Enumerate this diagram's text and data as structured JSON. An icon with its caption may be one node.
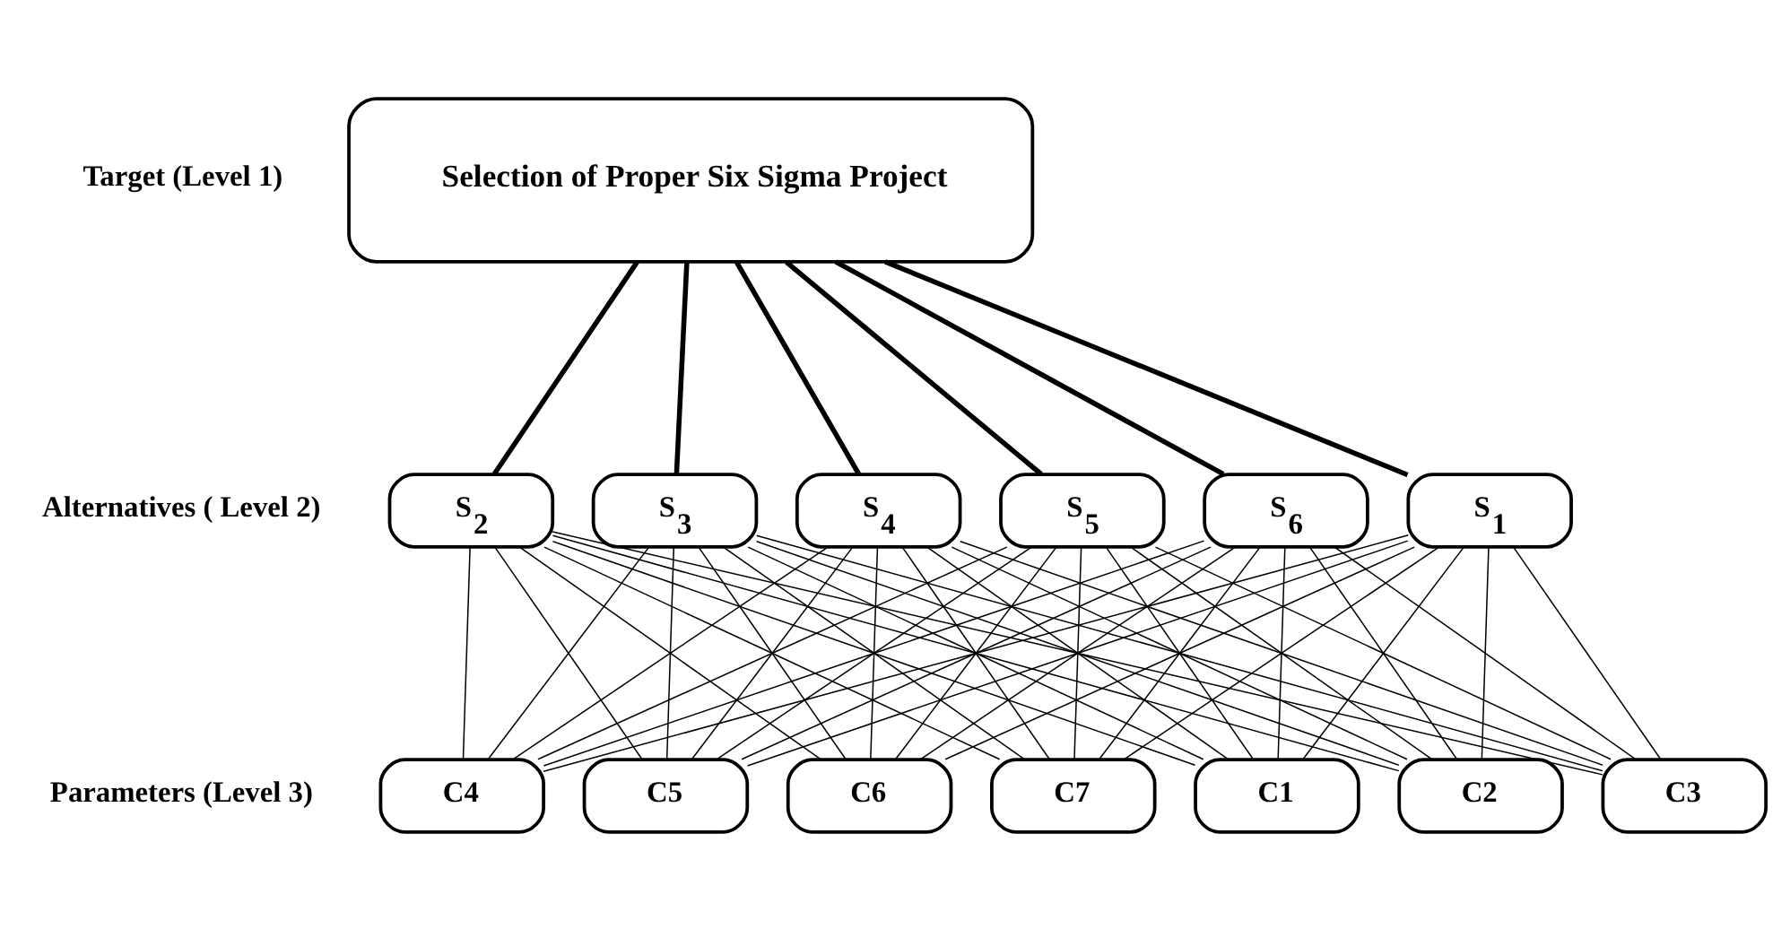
{
  "diagram": {
    "nodes": [
      {
        "text": [
          "Selection of Proper Six Sigma Project"
        ]
      },
      {
        "text": [
          "S$_{1}$"
        ]
      },
      {
        "text": [
          "S$_{2}$"
        ]
      },
      {
        "text": [
          "S$_{3}$"
        ]
      },
      {
        "text": [
          "S$_{4}$"
        ]
      },
      {
        "text": [
          "S$_{5}$"
        ]
      },
      {
        "text": [
          "S$_{6}$"
        ]
      },
      {
        "text": [
          "C1"
        ]
      },
      {
        "text": [
          "C2"
        ]
      },
      {
        "text": [
          "C3"
        ]
      },
      {
        "text": [
          "C4"
        ]
      },
      {
        "text": [
          "C5"
        ]
      },
      {
        "text": [
          "C6"
        ]
      },
      {
        "text": [
          "C7"
        ]
      }
    ],
    "edges": [
      {
        "from": 0,
        "to": 1,
        "arrow": "none",
        "style": "thick"
      },
      {
        "from": 0,
        "to": 2,
        "arrow": "none",
        "style": "thick"
      },
      {
        "from": 0,
        "to": 3,
        "arrow": "none",
        "style": "thick"
      },
      {
        "from": 0,
        "to": 4,
        "arrow": "none",
        "style": "thick"
      },
      {
        "from": 0,
        "to": 5,
        "arrow": "none",
        "style": "thick"
      },
      {
        "from": 0,
        "to": 6,
        "arrow": "none",
        "style": "thick"
      },
      {
        "from": 1,
        "to": 7,
        "arrow": "none"
      },
      {
        "from": 1,
        "to": 8,
        "arrow": "none"
      },
      {
        "from": 1,
        "to": 9,
        "arrow": "none"
      },
      {
        "from": 1,
        "to": 10,
        "arrow": "none"
      },
      {
        "from": 1,
        "to": 11,
        "arrow": "none"
      },
      {
        "from": 1,
        "to": 12,
        "arrow": "none"
      },
      {
        "from": 1,
        "to": 13,
        "arrow": "none"
      },
      {
        "from": 2,
        "to": 7,
        "arrow": "none"
      },
      {
        "from": 2,
        "to": 8,
        "arrow": "none"
      },
      {
        "from": 2,
        "to": 9,
        "arrow": "none"
      },
      {
        "from": 2,
        "to": 10,
        "arrow": "none"
      },
      {
        "from": 2,
        "to": 11,
        "arrow": "none"
      },
      {
        "from": 2,
        "to": 12,
        "arrow": "none"
      },
      {
        "from": 2,
        "to": 13,
        "arrow": "none"
      },
      {
        "from": 3,
        "to": 7,
        "arrow": "none"
      },
      {
        "from": 3,
        "to": 8,
        "arrow": "none"
      },
      {
        "from": 3,
        "to": 9,
        "arrow": "none"
      },
      {
        "from": 3,
        "to": 10,
        "arrow": "none"
      },
      {
        "from": 3,
        "to": 11,
        "arrow": "none"
      },
      {
        "from": 3,
        "to": 12,
        "arrow": "none"
      },
      {
        "from": 3,
        "to": 13,
        "arrow": "none"
      },
      {
        "from": 4,
        "to": 7,
        "arrow": "none"
      },
      {
        "from": 4,
        "to": 8,
        "arrow": "none"
      },
      {
        "from": 4,
        "to": 9,
        "arrow": "none"
      },
      {
        "from": 4,
        "to": 10,
        "arrow": "none"
      },
      {
        "from": 4,
        "to": 11,
        "arrow": "none"
      },
      {
        "from": 4,
        "to": 12,
        "arrow": "none"
      },
      {
        "from": 4,
        "to": 13,
        "arrow": "none"
      },
      {
        "from": 5,
        "to": 7,
        "arrow": "none"
      },
      {
        "from": 5,
        "to": 8,
        "arrow": "none"
      },
      {
        "from": 5,
        "to": 9,
        "arrow": "none"
      },
      {
        "from": 5,
        "to": 10,
        "arrow": "none"
      },
      {
        "from": 5,
        "to": 11,
        "arrow": "none"
      },
      {
        "from": 5,
        "to": 12,
        "arrow": "none"
      },
      {
        "from": 5,
        "to": 13,
        "arrow": "none"
      },
      {
        "from": 6,
        "to": 7,
        "arrow": "none"
      },
      {
        "from": 6,
        "to": 8,
        "arrow": "none"
      },
      {
        "from": 6,
        "to": 9,
        "arrow": "none"
      },
      {
        "from": 6,
        "to": 10,
        "arrow": "none"
      },
      {
        "from": 6,
        "to": 11,
        "arrow": "none"
      },
      {
        "from": 6,
        "to": 12,
        "arrow": "none"
      },
      {
        "from": 6,
        "to": 13,
        "arrow": "none"
      }
    ],
    "labels": [
      "Target (Level 1)",
      "Alternatives ( Level 2)",
      "Parameters (Level 3)"
    ]
  }
}
